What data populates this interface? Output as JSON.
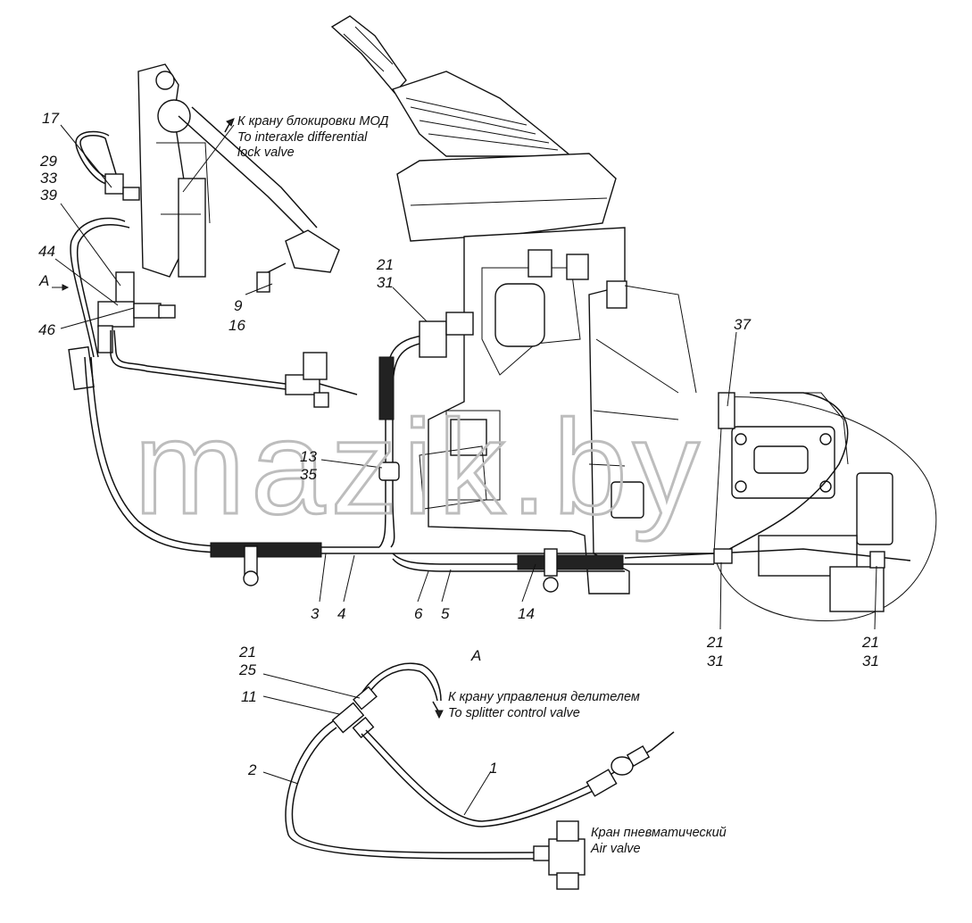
{
  "watermark": "mazik.by",
  "view_label": "А",
  "arrow_label": "А",
  "notes": {
    "mod_ru": "К крану блокировки МОД",
    "mod_en_1": "To interaxle differential",
    "mod_en_2": "lock valve",
    "splitter_ru": "К крану управления делителем",
    "splitter_en": "To splitter control valve",
    "air_ru": "Кран пневматический",
    "air_en": "Air valve"
  },
  "callouts": {
    "c17": "17",
    "c29": "29",
    "c33": "33",
    "c39": "39",
    "c44": "44",
    "c46": "46",
    "c9": "9",
    "c16": "16",
    "c21a": "21",
    "c31a": "31",
    "c37": "37",
    "c13": "13",
    "c35": "35",
    "c3": "3",
    "c4": "4",
    "c6": "6",
    "c5": "5",
    "c14": "14",
    "c21b": "21",
    "c31b": "31",
    "c21c": "21",
    "c31c": "31",
    "c21d": "21",
    "c25": "25",
    "c11": "11",
    "c2": "2",
    "c1": "1"
  },
  "colors": {
    "ink": "#111111",
    "watermark": "#bdbdbd",
    "background": "#ffffff"
  }
}
